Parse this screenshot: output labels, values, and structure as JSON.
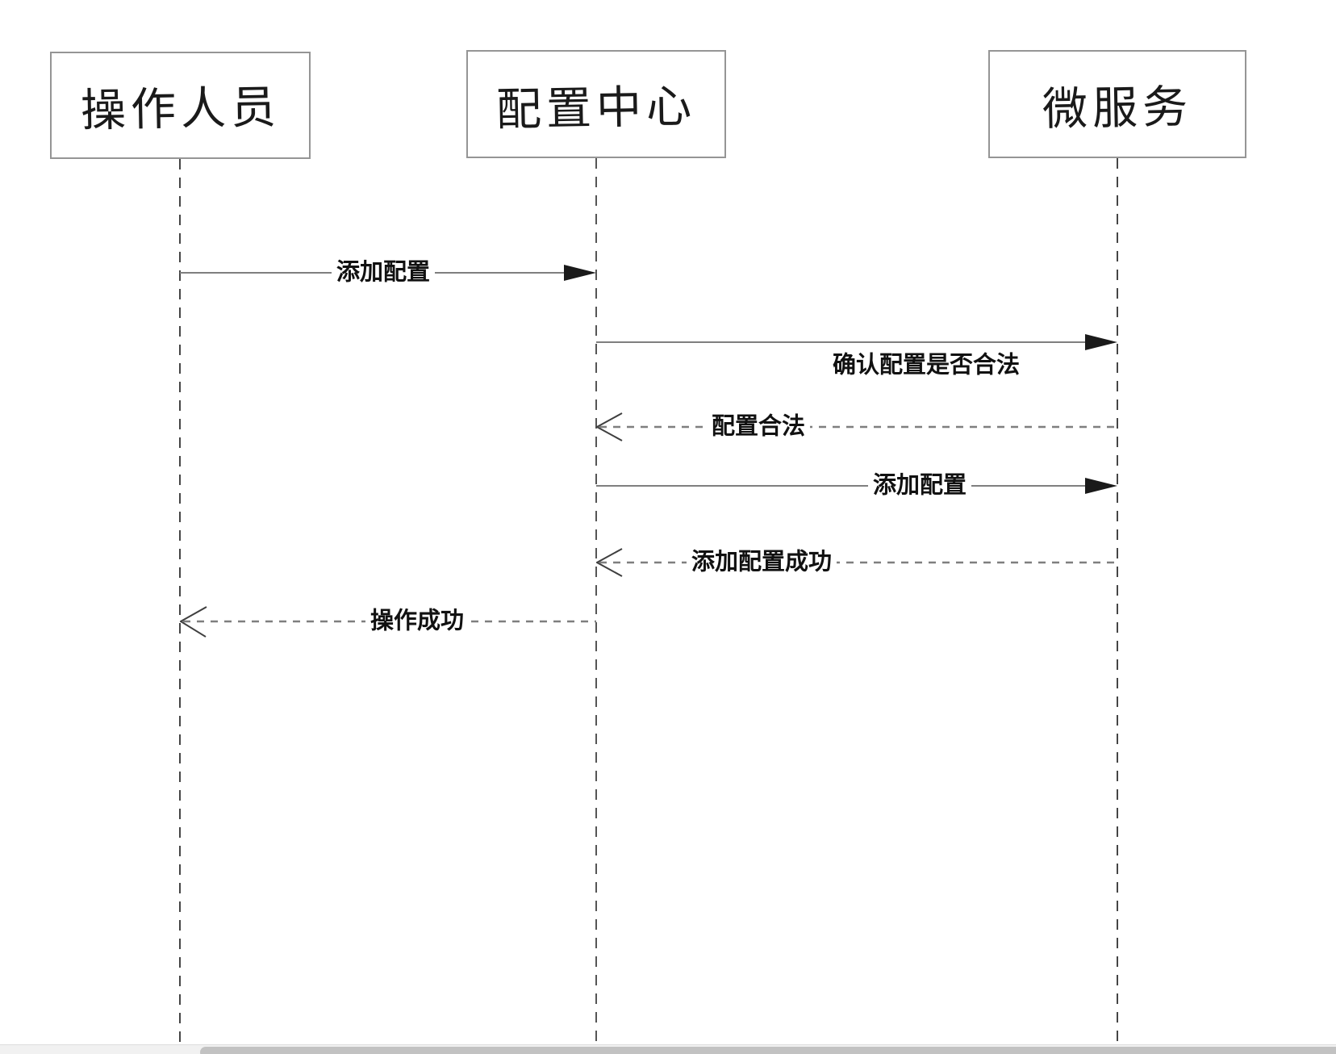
{
  "diagram": {
    "actors": [
      {
        "name": "操作人员"
      },
      {
        "name": "配置中心"
      },
      {
        "name": "微服务"
      }
    ],
    "messages": [
      {
        "label": "添加配置",
        "from": "操作人员",
        "to": "配置中心",
        "line": "solid"
      },
      {
        "label": "确认配置是否合法",
        "from": "配置中心",
        "to": "微服务",
        "line": "solid"
      },
      {
        "label": "配置合法",
        "from": "微服务",
        "to": "配置中心",
        "line": "dashed"
      },
      {
        "label": "添加配置",
        "from": "配置中心",
        "to": "微服务",
        "line": "solid"
      },
      {
        "label": "添加配置成功",
        "from": "微服务",
        "to": "配置中心",
        "line": "dashed"
      },
      {
        "label": "操作成功",
        "from": "配置中心",
        "to": "操作人员",
        "line": "dashed"
      }
    ],
    "colors": {
      "line_gray": "#7f7f7f",
      "arrowhead_black": "#1a1a1a",
      "box_border": "#959595",
      "lifeline": "#454545",
      "scrollbar_thumb": "#c2c2c2",
      "scrollbar_track": "#f1f1f1"
    }
  }
}
